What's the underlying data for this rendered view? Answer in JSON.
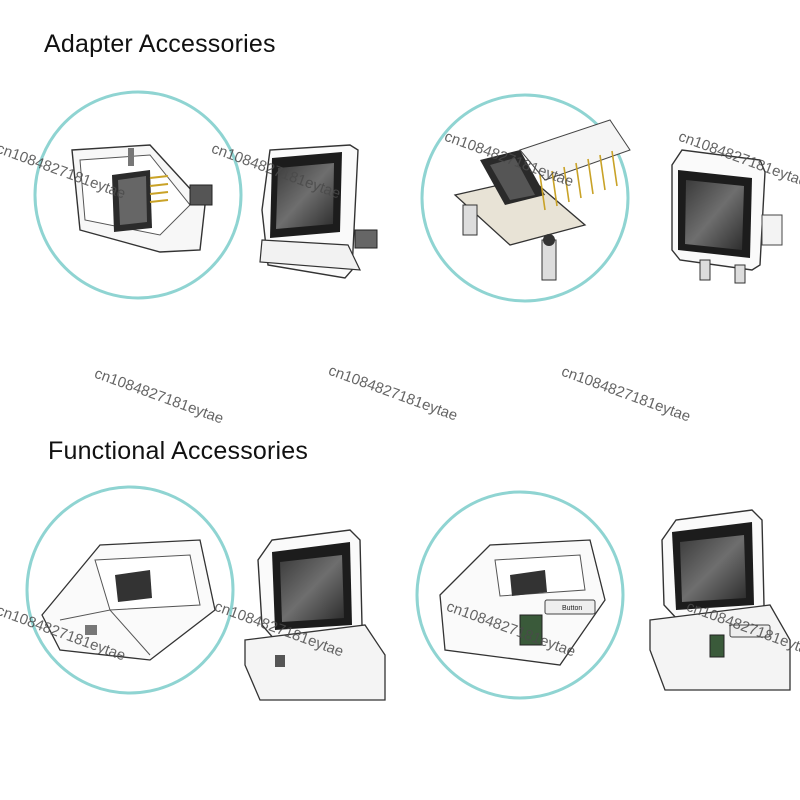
{
  "sections": {
    "adapter_title": "Adapter Accessories",
    "functional_title": "Functional Accessories"
  },
  "watermark": "cn1084827181eytae",
  "label": {
    "dock_button": "Button"
  },
  "colors": {
    "circle_stroke": "#8fd4d2",
    "line": "#333333",
    "screen": "#2a2a2a"
  }
}
